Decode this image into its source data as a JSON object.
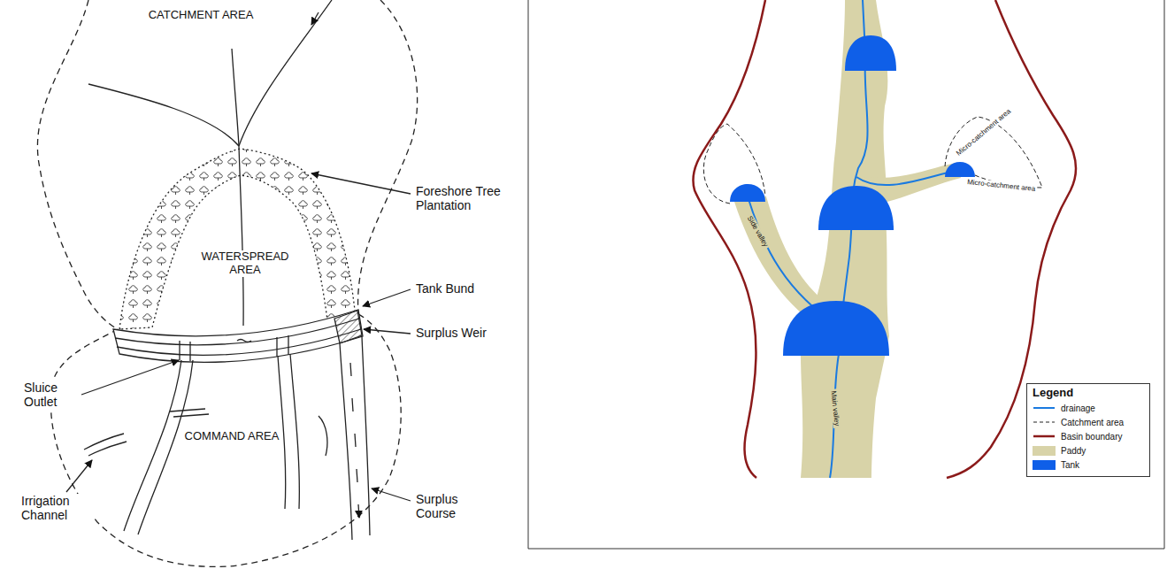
{
  "diagram": {
    "labels": [
      "CATCHMENT AREA",
      "Foreshore Tree Plantation",
      "WATERSPREAD AREA",
      "Tank Bund",
      "Surplus Weir",
      "Sluice Outlet",
      "COMMAND AREA",
      "Irrigation Channel",
      "Surplus Course",
      "Micro-catchment area",
      "Micro-catchment area",
      "Side valley",
      "Main valley",
      "Legend"
    ],
    "legend": [
      {
        "text": "drainage"
      },
      {
        "text": "Catchment area"
      },
      {
        "text": "Basin boundary"
      },
      {
        "text": "Paddy",
        "color": "#d8d3a8"
      },
      {
        "text": "Tank",
        "color": "#0f5fe8"
      }
    ]
  }
}
